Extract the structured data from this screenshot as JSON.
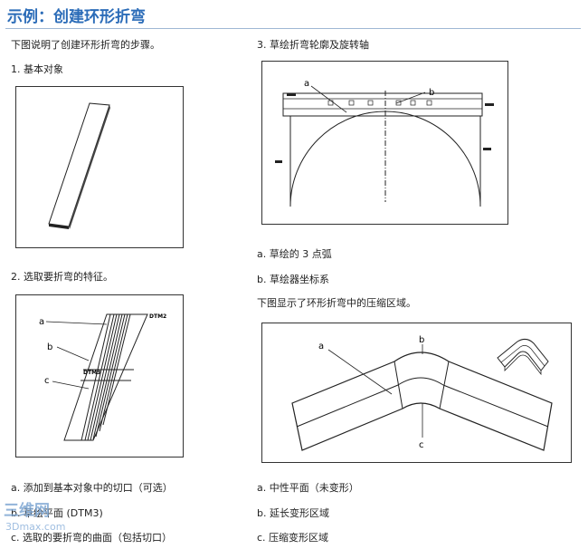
{
  "title": "示例：创建环形折弯",
  "intro": "下图说明了创建环形折弯的步骤。",
  "step1": "1. 基本对象",
  "step2": "2. 选取要折弯的特征。",
  "step3": "3. 草绘折弯轮廓及旋转轴",
  "fig2_labels": {
    "a": "a",
    "b": "b",
    "c": "c",
    "dtm": "DTM2",
    "dtm3": "DTM3"
  },
  "fig3_labels": {
    "a": "a",
    "b": "b"
  },
  "step3_notes": [
    "a.  草绘的 3 点弧",
    "b.  草绘器坐标系"
  ],
  "compress_intro": "下图显示了环形折弯中的压缩区域。",
  "fig4_labels": {
    "a": "a",
    "b": "b",
    "c": "c"
  },
  "left_notes": [
    "a.  添加到基本对象中的切口（可选）",
    "b.  草绘平面 (DTM3)",
    "c.  选取的要折弯的曲面（包括切口）"
  ],
  "right_notes": [
    "a.  中性平面（未变形）",
    "b.  延长变形区域",
    "c.  压缩变形区域"
  ],
  "watermark": {
    "line1": "三维网",
    "line2": "3Dmax.com"
  }
}
